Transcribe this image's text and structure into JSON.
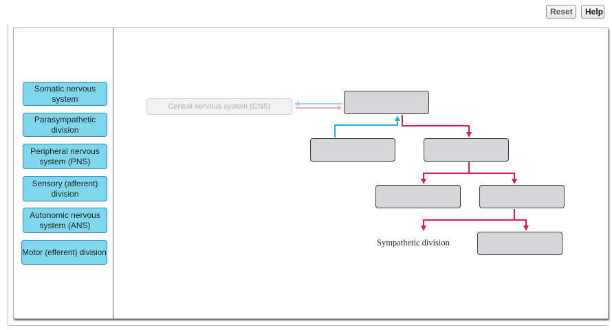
{
  "toolbar": {
    "reset_label": "Reset",
    "help_label": "Help"
  },
  "label_bank": [
    "Somatic nervous system",
    "Parasympathetic division",
    "Peripheral nervous system (PNS)",
    "Sensory (afferent) division",
    "Autonomic nervous system (ANS)",
    "Motor (efferent) division"
  ],
  "diagram": {
    "cns_label": "Central nervous system (CNS)",
    "sympathetic_label": "Sympathetic division",
    "colors": {
      "sensory_line": "#2aa8e0",
      "motor_line": "#e0184e",
      "cns_arrow_light_blue": "#9fd3f2",
      "cns_arrow_light_red": "#f2a9b5"
    }
  }
}
